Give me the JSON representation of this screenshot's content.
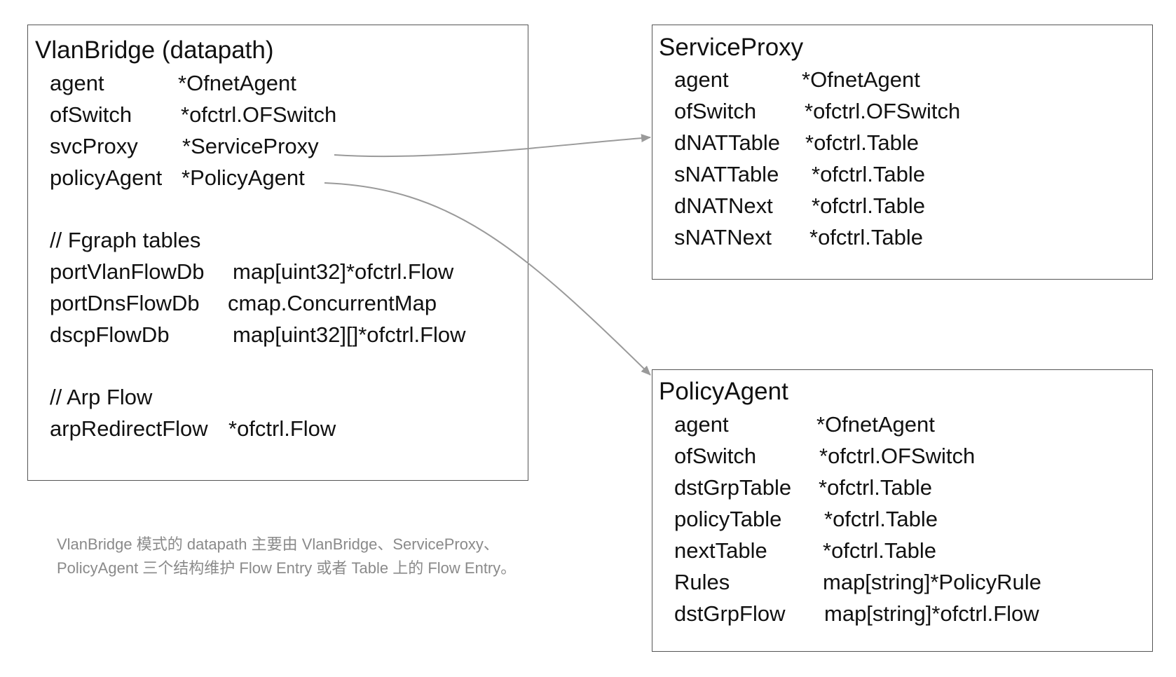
{
  "vlan_bridge": {
    "title": "VlanBridge (datapath)",
    "fields": [
      {
        "name": "agent",
        "type": "*OfnetAgent"
      },
      {
        "name": "ofSwitch",
        "type": "*ofctrl.OFSwitch"
      },
      {
        "name": "svcProxy",
        "type": "*ServiceProxy"
      },
      {
        "name": "policyAgent",
        "type": "*PolicyAgent"
      }
    ],
    "fgraph_comment": "// Fgraph tables",
    "fgraph_fields": [
      {
        "name": "portVlanFlowDb",
        "type": "map[uint32]*ofctrl.Flow"
      },
      {
        "name": "portDnsFlowDb",
        "type": "cmap.ConcurrentMap"
      },
      {
        "name": "dscpFlowDb",
        "type": "map[uint32][]*ofctrl.Flow"
      }
    ],
    "arp_comment": "// Arp Flow",
    "arp_fields": [
      {
        "name": "arpRedirectFlow",
        "type": "*ofctrl.Flow"
      }
    ]
  },
  "service_proxy": {
    "title": "ServiceProxy",
    "fields": [
      {
        "name": "agent",
        "type": "*OfnetAgent"
      },
      {
        "name": "ofSwitch",
        "type": "*ofctrl.OFSwitch"
      },
      {
        "name": "dNATTable",
        "type": "*ofctrl.Table"
      },
      {
        "name": "sNATTable",
        "type": "*ofctrl.Table"
      },
      {
        "name": "dNATNext",
        "type": "*ofctrl.Table"
      },
      {
        "name": "sNATNext",
        "type": "*ofctrl.Table"
      }
    ]
  },
  "policy_agent": {
    "title": "PolicyAgent",
    "fields": [
      {
        "name": "agent",
        "type": "*OfnetAgent"
      },
      {
        "name": "ofSwitch",
        "type": "*ofctrl.OFSwitch"
      },
      {
        "name": "dstGrpTable",
        "type": "*ofctrl.Table"
      },
      {
        "name": "policyTable",
        "type": "*ofctrl.Table"
      },
      {
        "name": "nextTable",
        "type": "*ofctrl.Table"
      },
      {
        "name": "Rules",
        "type": "map[string]*PolicyRule"
      },
      {
        "name": "dstGrpFlow",
        "type": "map[string]*ofctrl.Flow"
      }
    ]
  },
  "caption": {
    "line1": "VlanBridge 模式的 datapath 主要由 VlanBridge、ServiceProxy、",
    "line2": "PolicyAgent 三个结构维护 Flow Entry 或者 Table 上的 Flow Entry。"
  },
  "colors": {
    "box_border": "#555555",
    "text": "#111111",
    "caption": "#8a8a8a",
    "connector": "#9a9a9a"
  }
}
